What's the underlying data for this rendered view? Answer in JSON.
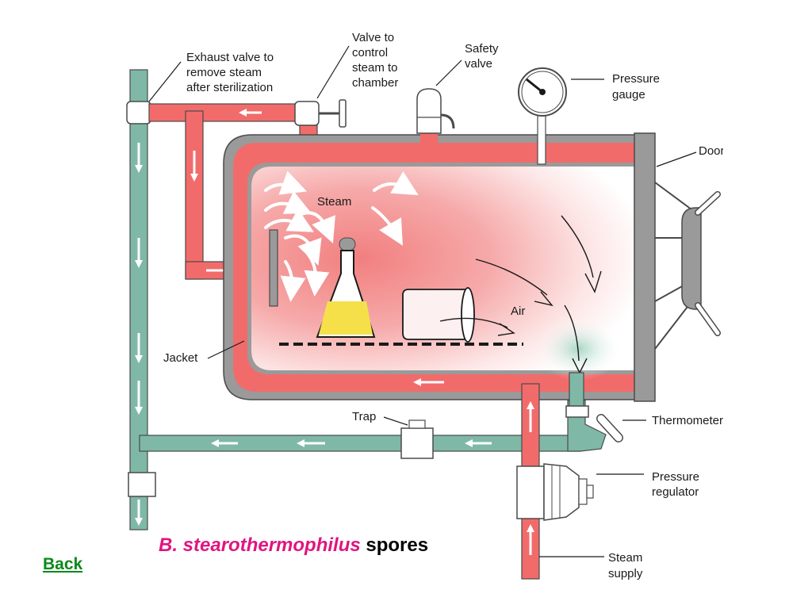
{
  "diagram": {
    "labels": {
      "exhaust_valve": [
        "Exhaust valve to",
        "remove steam",
        "after sterilization"
      ],
      "control_valve": [
        "Valve to",
        "control",
        "steam to",
        "chamber"
      ],
      "safety_valve": [
        "Safety",
        "valve"
      ],
      "pressure_gauge": [
        "Pressure",
        "gauge"
      ],
      "door": "Door",
      "steam": "Steam",
      "air": "Air",
      "jacket": "Jacket",
      "trap": "Trap",
      "thermometer": "Thermometer",
      "pressure_regulator": [
        "Pressure",
        "regulator"
      ],
      "steam_supply": [
        "Steam",
        "supply"
      ]
    },
    "colors": {
      "steam_pipe": "#f26b6b",
      "drain_pipe": "#7fb8a6",
      "jacket_wall": "#9a9a9a",
      "liquid": "#f5e04a"
    }
  },
  "caption": {
    "italic": "B. stearothermophilus",
    "rest": " spores"
  },
  "nav": {
    "back_label": "Back"
  }
}
